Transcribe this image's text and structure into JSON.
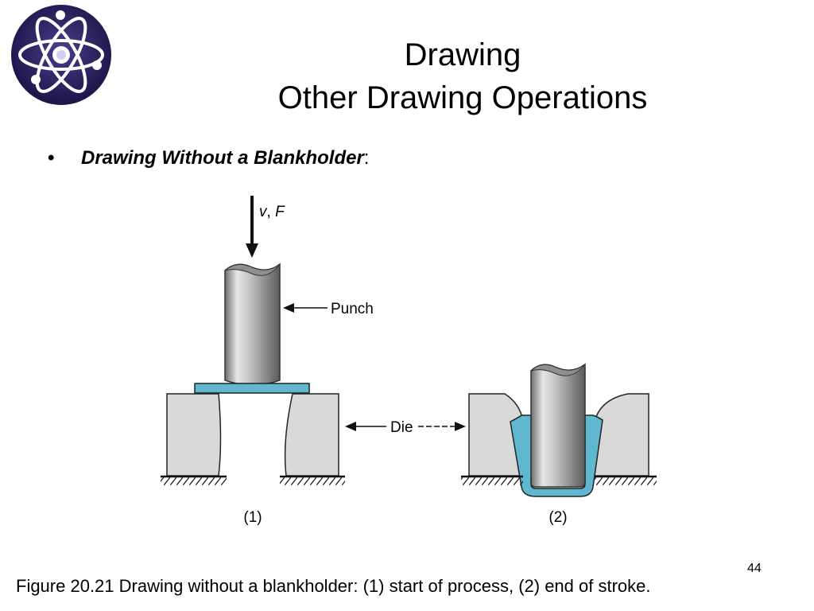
{
  "title": {
    "line1": "Drawing",
    "line2": "Other Drawing Operations"
  },
  "bullet": {
    "marker": "•",
    "text": "Drawing Without a Blankholder",
    "suffix": ":"
  },
  "diagram": {
    "force_label_v": "v",
    "force_label_sep": ", ",
    "force_label_f": "F",
    "punch_label": "Punch",
    "die_label": "Die",
    "step1_label": "(1)",
    "step2_label": "(2)"
  },
  "caption": "Figure 20.21 Drawing without a blankholder: (1) start of process, (2) end of stroke.",
  "slide_number": "44",
  "colors": {
    "logo_bg": "#2c1f5e",
    "workpiece": "#5fb8d0",
    "die_fill": "#d9d9d9",
    "punch_mid": "#b5b5b5"
  },
  "icons": {
    "logo": "atom-icon"
  }
}
